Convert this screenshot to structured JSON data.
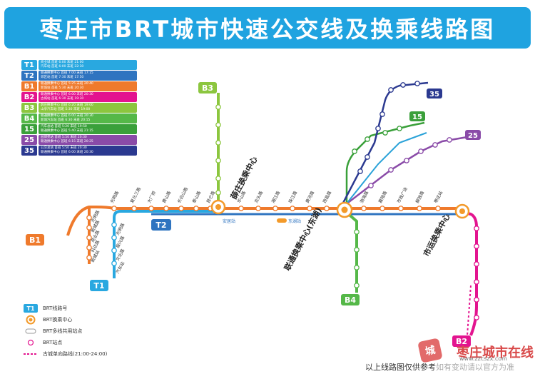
{
  "title": "枣庄市BRT城市快速公交线及换乘线路图",
  "legend_table": [
    {
      "id": "T1",
      "color": "#29a8e0",
      "lines": [
        "商业城 首班 6:00 末班 21:00",
        "汽车站 首班 6:00 末班 22:30"
      ]
    },
    {
      "id": "T2",
      "color": "#2f74c0",
      "lines": [
        "联通换乘中心 首班 7:00 末班 17:15",
        "郊区站 首班 7:30 末班 17:50"
      ]
    },
    {
      "id": "B1",
      "color": "#ef7a2c",
      "lines": [
        "联通换乘中心 首班 5:25 末班 20:40",
        "新城站 首班 5:30 末班 20:30"
      ]
    },
    {
      "id": "B2",
      "color": "#e3148f",
      "lines": [
        "联通换乘中心 首班 6:00 末班 20:30",
        "古城站 首班 6:30 末班 19:30"
      ]
    },
    {
      "id": "B3",
      "color": "#8cc63f",
      "lines": [
        "薛庄换乘中心 首班 6:20 末班 19:00",
        "山亭汽车站 首班 5:30 末班 19:00"
      ]
    },
    {
      "id": "B4",
      "color": "#55b848",
      "lines": [
        "联通换乘中心 首班 6:00 末班 20:30",
        "新城汽车站 首班 6:30 末班 20:15"
      ]
    },
    {
      "id": "15",
      "color": "#3aa03a",
      "lines": [
        "汽车总站 首班 5:20 末班 19:50",
        "联通换乘中心 首班 5:40 末班 21:15"
      ]
    },
    {
      "id": "25",
      "color": "#8a4ba8",
      "lines": [
        "园博苑站 首班 5:50 末班 20:30",
        "联通换乘中心 首班 6:15 末班 20:25"
      ]
    },
    {
      "id": "35",
      "color": "#2b3990",
      "lines": [
        "公交总站 首班 5:50 末班 20:30",
        "联通换乘中心 首班 6:00 末班 20:30"
      ]
    }
  ],
  "line_badges": {
    "T1": "T1",
    "T2": "T2",
    "B1": "B1",
    "B2": "B2",
    "B3": "B3",
    "B4": "B4",
    "L15": "15",
    "L25": "25",
    "L35": "35"
  },
  "hubs": {
    "xuezhuang": "薛庄换乘中心",
    "liantong": "联通换乘中心(东湖)",
    "shicheng": "市运换乘中心"
  },
  "stations": {
    "s1": "光明路",
    "s2": "复元三路",
    "s3": "大厂桥",
    "s4": "黄山路",
    "s5": "长白山路",
    "s6": "泰山路",
    "s7": "昆仑路",
    "s8": "华山路",
    "s9": "龙头路",
    "s10": "湘江路",
    "s11": "珠江路",
    "s12": "黄河路",
    "s13": "西昌路",
    "s14": "渤海路",
    "s15": "嘉陵路",
    "s16": "市政广场",
    "s17": "解放路",
    "s18": "枣庄站",
    "s19": "东湖站",
    "b1a": "光明路",
    "b1b": "新城路",
    "b1c": "商业路",
    "b1d": "科达路",
    "b1e": "新城站",
    "t1a": "光明路",
    "t1b": "振兴路",
    "t1c": "文化路",
    "t1d": "汽车站"
  },
  "shared_segment_label": "多线共用站点",
  "shared_station_a": "安居站",
  "shared_station_b": "东湖站",
  "legend_keys": [
    {
      "sym": "badge",
      "text": "BRT线路号",
      "badge": "T1"
    },
    {
      "sym": "hub",
      "text": "BRT换乘中心"
    },
    {
      "sym": "shared",
      "text": "BRT多线共用站点"
    },
    {
      "sym": "station",
      "text": "BRT站点"
    },
    {
      "sym": "oneway",
      "text": "古城单向路线(21:00-24:00)"
    }
  ],
  "footer": {
    "text": "以上线路图仅供参考",
    "faded": "如有变动请以官方为准"
  },
  "watermark": {
    "logo": "城",
    "site": "枣庄城市在线",
    "url": "www.zzcszx.com"
  },
  "colors": {
    "title_bg": "#1fa3e0",
    "T1": "#29a8e0",
    "T2": "#2f74c0",
    "B1": "#ef7a2c",
    "B2": "#e3148f",
    "B3": "#8cc63f",
    "B4": "#55b848",
    "L15": "#3aa03a",
    "L25": "#8a4ba8",
    "L35": "#2b3990",
    "hub": "#f39a2a"
  }
}
